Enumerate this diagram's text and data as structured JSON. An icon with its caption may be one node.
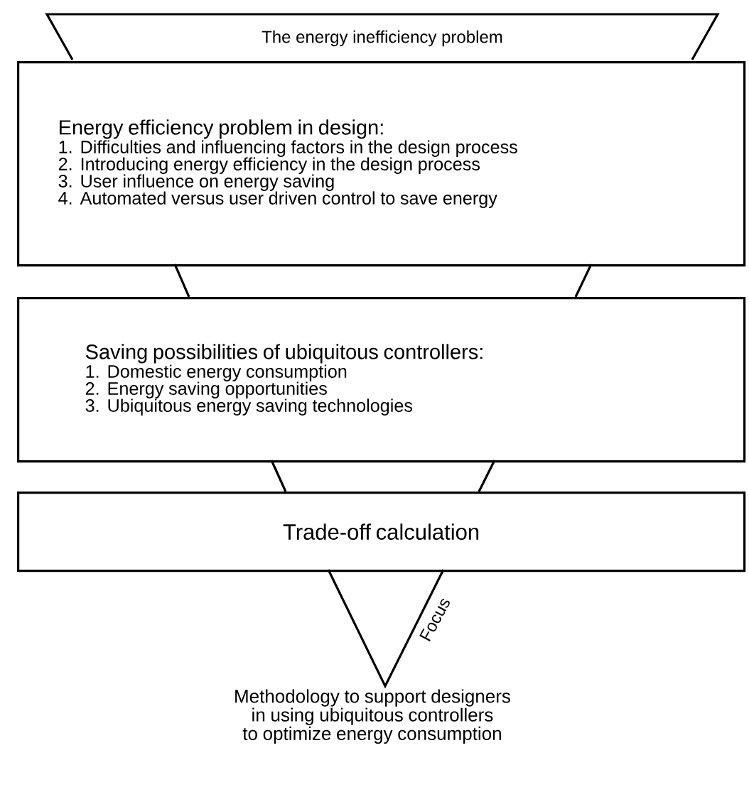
{
  "diagram": {
    "nodes": [
      {
        "text": [
          "The energy inefficiency problem"
        ]
      },
      {
        "text": [
          "Energy efficiency problem in design:",
          "1. Difficulties and influencing factors in the design process",
          "2. Introducing energy efficiency in the design process",
          "3. User influence on energy saving",
          "4. Automated versus user driven control to save energy"
        ]
      },
      {
        "text": [
          "Saving possibilities of ubiquitous controllers:",
          "1. Domestic energy consumption",
          "2. Energy saving opportunities",
          "3. Ubiquitous energy saving technologies"
        ]
      },
      {
        "text": [
          "Trade-off calculation"
        ]
      }
    ],
    "edges": [],
    "labels": [
      "Focus",
      "Methodology to support designers in using ubiquitous controllers to optimize energy consumption"
    ]
  }
}
